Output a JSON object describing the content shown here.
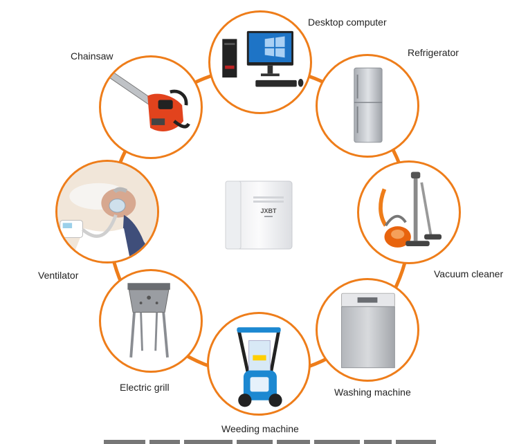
{
  "device": {
    "brand": "JXBT"
  },
  "appliances": [
    {
      "id": "desktop",
      "label": "Desktop computer",
      "icon": "desktop-computer-icon"
    },
    {
      "id": "fridge",
      "label": "Refrigerator",
      "icon": "refrigerator-icon"
    },
    {
      "id": "vacuum",
      "label": "Vacuum cleaner",
      "icon": "vacuum-cleaner-icon"
    },
    {
      "id": "washer",
      "label": "Washing machine",
      "icon": "washing-machine-icon"
    },
    {
      "id": "mower",
      "label": "Weeding machine",
      "icon": "lawn-mower-icon"
    },
    {
      "id": "grill",
      "label": "Electric grill",
      "icon": "grill-icon"
    },
    {
      "id": "ventilator",
      "label": "Ventilator",
      "icon": "ventilator-icon"
    },
    {
      "id": "chainsaw",
      "label": "Chainsaw",
      "icon": "chainsaw-icon"
    }
  ],
  "colors": {
    "ring": "#ee7d1a",
    "text": "#222222",
    "background": "#ffffff"
  }
}
